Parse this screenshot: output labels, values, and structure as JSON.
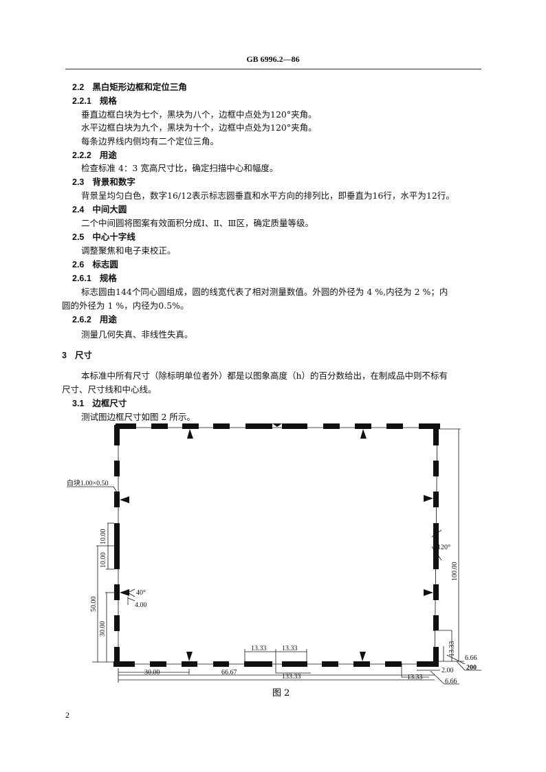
{
  "header": {
    "title": "GB 6996.2—86"
  },
  "lines": [
    {
      "num": "2.2",
      "text": "黑白矩形边框和定位三角"
    },
    {
      "num": "2.2.1",
      "text": "规格"
    },
    {
      "text": "垂直边框白块为七个，黑块为八个，边框中点处为120°夹角。"
    },
    {
      "text": "水平边框白块为九个，黑块为十个，边框中点处为120°夹角。"
    },
    {
      "text": "每条边界线内侧均有二个定位三角。"
    },
    {
      "num": "2.2.2",
      "text": "用途"
    },
    {
      "text": "检查标准 4：3 宽高尺寸比，确定扫描中心和幅度。"
    },
    {
      "num": "2.3",
      "text": "背景和数字"
    },
    {
      "text": "背景呈均匀白色，数字16/12表示标志圆垂直和水平方向的排列比，即垂直为16行，水平为12行。"
    },
    {
      "num": "2.4",
      "text": "中间大圆"
    },
    {
      "text": "二个中间圆将图案有效面积分成Ⅰ、Ⅱ、Ⅲ区，确定质量等级。"
    },
    {
      "num": "2.5",
      "text": "中心十字线"
    },
    {
      "text": "调整聚焦和电子束校正。"
    },
    {
      "num": "2.6",
      "text": "标志圆"
    },
    {
      "num": "2.6.1",
      "text": "规格"
    },
    {
      "text": "标志圆由144个同心圆组成，圆的线宽代表了相对测量数值。外圆的外径为 4 %,内径为 2 %；内"
    },
    {
      "text": "圆的外径为 1 %，内径为0.5%。"
    },
    {
      "num": "2.6.2",
      "text": "用途"
    },
    {
      "text": "测量几何失真、非线性失真。"
    },
    {
      "num": "3",
      "text": "尺寸"
    },
    {
      "text": "本标准中所有尺寸（除标明单位者外）都是以图象高度（h）的百分数给出，在制成品中则不标有"
    },
    {
      "text": "尺寸、尺寸线和中心线。"
    },
    {
      "num": "3.1",
      "text": "边框尺寸"
    },
    {
      "text": "测试图边框尺寸如图 2 所示。"
    }
  ],
  "figure": {
    "caption": "图 2",
    "labels": {
      "white_block": "白块1.00×0.50",
      "d10a": "10.00",
      "d10b": "10.00",
      "d50": "50.00",
      "d30v": "30.00",
      "angle40": "40°",
      "d4": "4.00",
      "angle120": "120°",
      "d100": "100.00",
      "d1333a": "13.33",
      "d1333b": "13.33",
      "d30h": "30.00",
      "d6667": "66.67",
      "d13333": "133.33",
      "d1333c": "13.33",
      "d1333d": "13.33",
      "d666a": "6.66",
      "d200": "200",
      "d2": "2.00",
      "d666b": "6.66"
    }
  },
  "page_number": "2"
}
